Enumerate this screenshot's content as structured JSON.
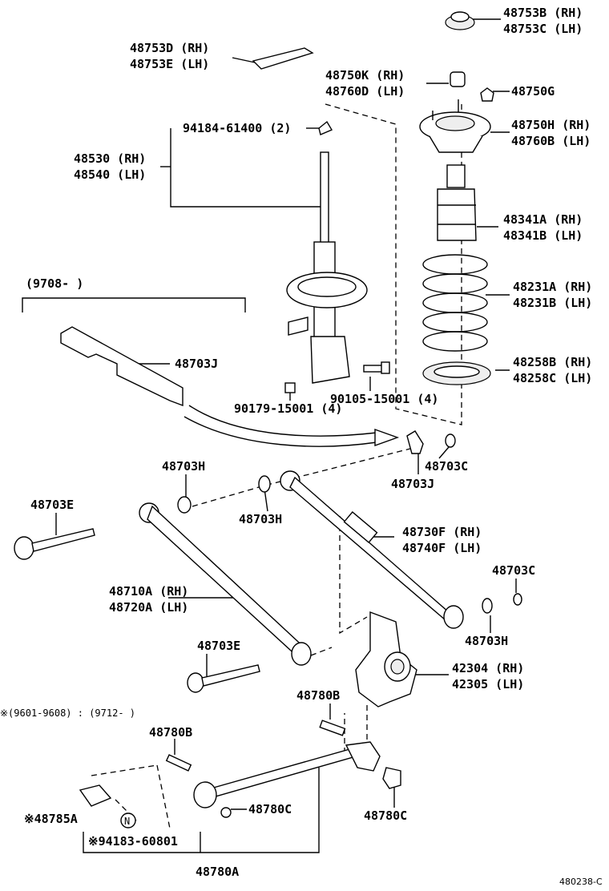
{
  "parts": {
    "p48753b": "48753B (RH)",
    "p48753c": "48753C (LH)",
    "p48753d": "48753D (RH)",
    "p48753e": "48753E (LH)",
    "p48750k": "48750K (RH)",
    "p48760d": "48760D (LH)",
    "p48750g": "48750G",
    "p94184": "94184-61400 (2)",
    "p48750h": "48750H (RH)",
    "p48760b": "48760B (LH)",
    "p48530": "48530 (RH)",
    "p48540": "48540 (LH)",
    "p48341a": "48341A (RH)",
    "p48341b": "48341B (LH)",
    "p9708": "(9708-     )",
    "p48231a": "48231A (RH)",
    "p48231b": "48231B (LH)",
    "p48703j_top": "48703J",
    "p48258b": "48258B (RH)",
    "p48258c": "48258C (LH)",
    "p90179": "90179-15001 (4)",
    "p90105": "90105-15001 (4)",
    "p48703h_a": "48703H",
    "p48703c_a": "48703C",
    "p48703j_b": "48703J",
    "p48703e_a": "48703E",
    "p48703h_b": "48703H",
    "p48730f": "48730F (RH)",
    "p48740f": "48740F (LH)",
    "p48703c_b": "48703C",
    "p48710a": "48710A (RH)",
    "p48720a": "48720A (LH)",
    "p48703h_c": "48703H",
    "p48703e_b": "48703E",
    "p42304": "42304 (RH)",
    "p42305": "42305 (LH)",
    "p48780b_a": "48780B",
    "p_note": "※(9601-9608) : (9712-     )",
    "p48780b_b": "48780B",
    "p48785a": "※48785A",
    "p_n": "N",
    "p48780c_a": "48780C",
    "p48780c_b": "48780C",
    "p94183": "※94183-60801",
    "p48780a": "48780A",
    "ref": "480238-C"
  }
}
